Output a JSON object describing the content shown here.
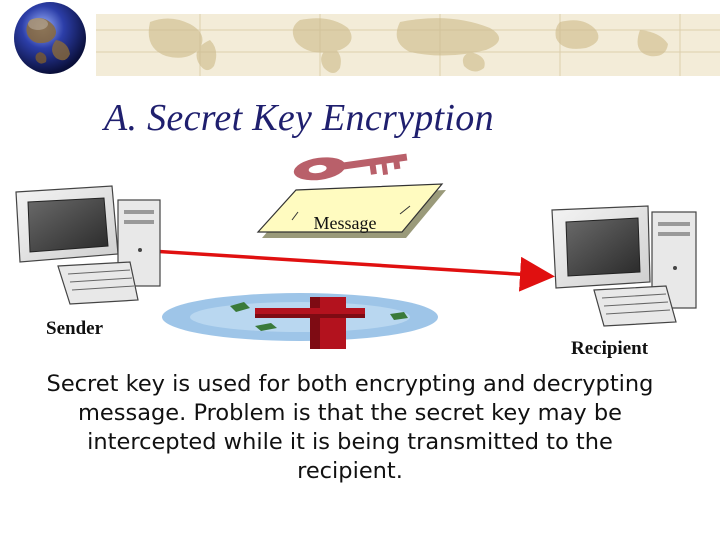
{
  "slide": {
    "title": "A. Secret Key Encryption",
    "message_label": "Message",
    "sender_label": "Sender",
    "recipient_label": "Recipient",
    "caption": "Secret key is used for both encrypting and decrypting message.  Problem is that the secret key may be intercepted while it is being transmitted to the recipient."
  },
  "colors": {
    "title": "#1f1f6e",
    "header_map": "#d8c9a0",
    "key": "#b9606a",
    "transmission_arrow": "#e01010",
    "envelope": "#fffbc0",
    "pool": "#9ec5e8"
  }
}
